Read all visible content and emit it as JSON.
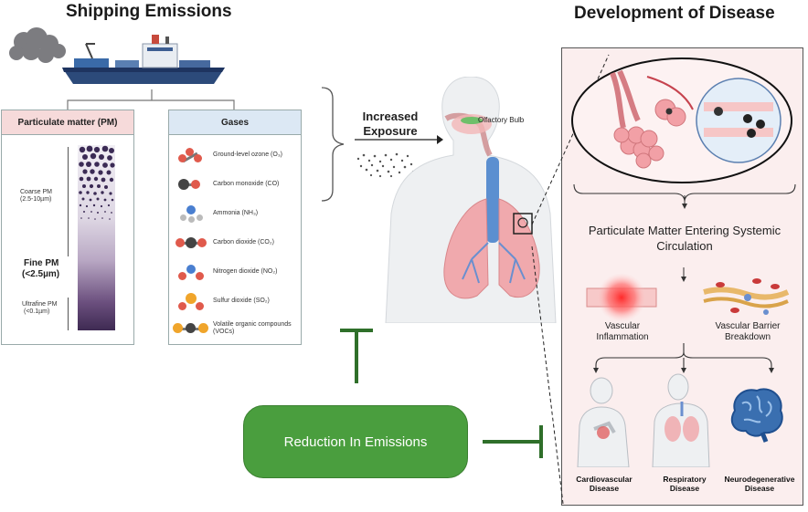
{
  "left_title": "Shipping Emissions",
  "right_title": "Development of Disease",
  "pm_panel": {
    "header": "Particulate matter (PM)",
    "coarse": "Coarse PM",
    "coarse_range": "(2.5-10µm)",
    "fine_a": "Fine PM",
    "fine_b": "(<2.5µm)",
    "ultra": "Ultrafine PM",
    "ultra_range": "(<0.1µm)"
  },
  "gases_panel": {
    "header": "Gases",
    "items": [
      {
        "label": "Ground-level ozone (O₃)",
        "color": "#e05a4c"
      },
      {
        "label": "Carbon monoxide (CO)",
        "color": "#444444"
      },
      {
        "label": "Ammonia (NH₃)",
        "color": "#4a7fd0"
      },
      {
        "label": "Carbon dioxide (CO₂)",
        "color": "#444444"
      },
      {
        "label": "Nitrogen dioxide (NO₂)",
        "color": "#4a7fd0"
      },
      {
        "label": "Sulfur dioxide (SO₂)",
        "color": "#f0a52b"
      },
      {
        "label": "Volatile organic compounds (VOCs)",
        "color": "#f0a52b"
      }
    ]
  },
  "exposure_a": "Increased",
  "exposure_b": "Exposure",
  "olfactory": "Olfactory Bulb",
  "systemic_a": "Particulate Matter Entering Systemic",
  "systemic_b": "Circulation",
  "vascular_inflammation_a": "Vascular",
  "vascular_inflammation_b": "Inflammation",
  "barrier_a": "Vascular Barrier",
  "barrier_b": "Breakdown",
  "reduction": "Reduction In Emissions",
  "diseases": [
    {
      "a": "Cardiovascular",
      "b": "Disease"
    },
    {
      "a": "Respiratory",
      "b": "Disease"
    },
    {
      "a": "Neurodegenerative",
      "b": "Disease"
    }
  ],
  "colors": {
    "green": "#4a9e3e",
    "green_dark": "#2f6f2a",
    "panel_pink": "#fbeeee",
    "pm_head": "#f6dada",
    "gas_head": "#dce8f4",
    "lung": "#f0a9ad",
    "trachea": "#5b8fd0"
  }
}
